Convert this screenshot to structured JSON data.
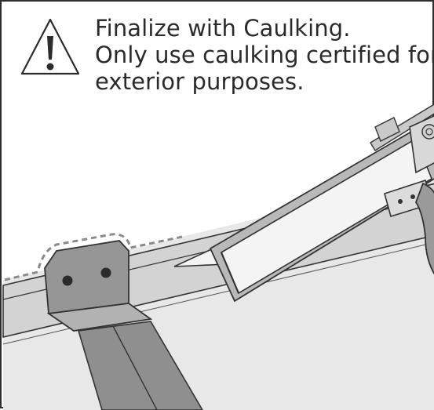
{
  "instruction": {
    "title": "Finalize with Caulking.",
    "line1": "Only use caulking certified for",
    "line2": "exterior purposes."
  },
  "icons": {
    "warning": "warning-triangle-icon"
  },
  "colors": {
    "outline": "#2e2e2e",
    "roof_surface": "#e6e6e6",
    "fascia": "#d2d2d2",
    "bracket": "#8e8e8e",
    "caulk_gun": "#b8b8b8",
    "bead": "#8a8a8a"
  }
}
